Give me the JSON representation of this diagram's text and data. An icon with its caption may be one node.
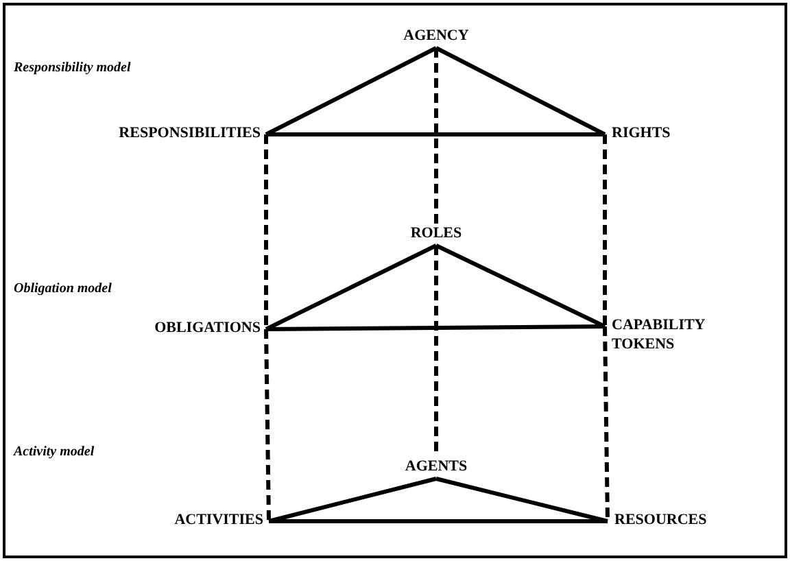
{
  "diagram": {
    "nodes": [
      {
        "text": [
          "AGENCY"
        ]
      },
      {
        "text": [
          "RESPONSIBILITIES"
        ]
      },
      {
        "text": [
          "RIGHTS"
        ]
      },
      {
        "text": [
          "ROLES"
        ]
      },
      {
        "text": [
          "OBLIGATIONS"
        ]
      },
      {
        "text": [
          "CAPABILITY TOKENS"
        ]
      },
      {
        "text": [
          "AGENTS"
        ]
      },
      {
        "text": [
          "ACTIVITIES"
        ]
      },
      {
        "text": [
          "RESOURCES"
        ]
      }
    ],
    "edges": [
      {
        "from": 0,
        "to": 1,
        "arrow": "none"
      },
      {
        "from": 0,
        "to": 2,
        "arrow": "none"
      },
      {
        "from": 1,
        "to": 2,
        "arrow": "none"
      },
      {
        "from": 3,
        "to": 4,
        "arrow": "none"
      },
      {
        "from": 3,
        "to": 5,
        "arrow": "none"
      },
      {
        "from": 4,
        "to": 5,
        "arrow": "none"
      },
      {
        "from": 6,
        "to": 7,
        "arrow": "none"
      },
      {
        "from": 6,
        "to": 8,
        "arrow": "none"
      },
      {
        "from": 7,
        "to": 8,
        "arrow": "none"
      },
      {
        "from": 0,
        "to": 3,
        "arrow": "none",
        "style": "dashed"
      },
      {
        "from": 3,
        "to": 6,
        "arrow": "none",
        "style": "dashed"
      },
      {
        "from": 1,
        "to": 4,
        "arrow": "none",
        "style": "dashed"
      },
      {
        "from": 4,
        "to": 7,
        "arrow": "none",
        "style": "dashed"
      },
      {
        "from": 2,
        "to": 5,
        "arrow": "none",
        "style": "dashed"
      },
      {
        "from": 5,
        "to": 8,
        "arrow": "none",
        "style": "dashed"
      }
    ],
    "labels": [
      "Responsibility model",
      "Obligation model",
      "Activity model"
    ]
  }
}
